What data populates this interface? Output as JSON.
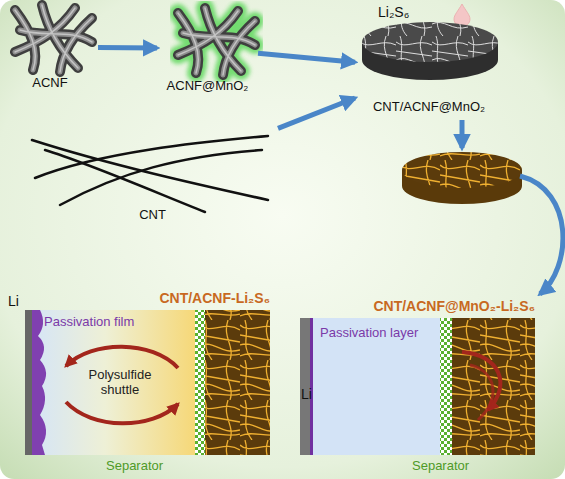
{
  "diagram": {
    "nodes": [
      {
        "text": [
          "ACNF"
        ]
      },
      {
        "text": [
          "ACNF@MnO₂"
        ]
      },
      {
        "text": [
          "CNT/ACNF@MnO₂"
        ]
      },
      {
        "text": [
          "CNT"
        ]
      },
      {
        "text": [
          "CNT/ACNF-Li₂S₆"
        ]
      },
      {
        "text": [
          "Polysulfide shuttle"
        ],
        "in": 4
      },
      {
        "text": [
          "CNT/ACNF@MnO₂-Li₂S₆"
        ]
      }
    ],
    "edges": [
      {
        "from": 0,
        "to": 1,
        "arrow": "to"
      },
      {
        "from": 1,
        "to": 2,
        "arrow": "to"
      },
      {
        "from": 3,
        "to": 2,
        "arrow": "to"
      }
    ],
    "labels": [
      "Li₂S₆",
      "Li",
      "Passivation film",
      "Separator",
      "Passivation layer",
      "Li",
      "Separator"
    ]
  }
}
